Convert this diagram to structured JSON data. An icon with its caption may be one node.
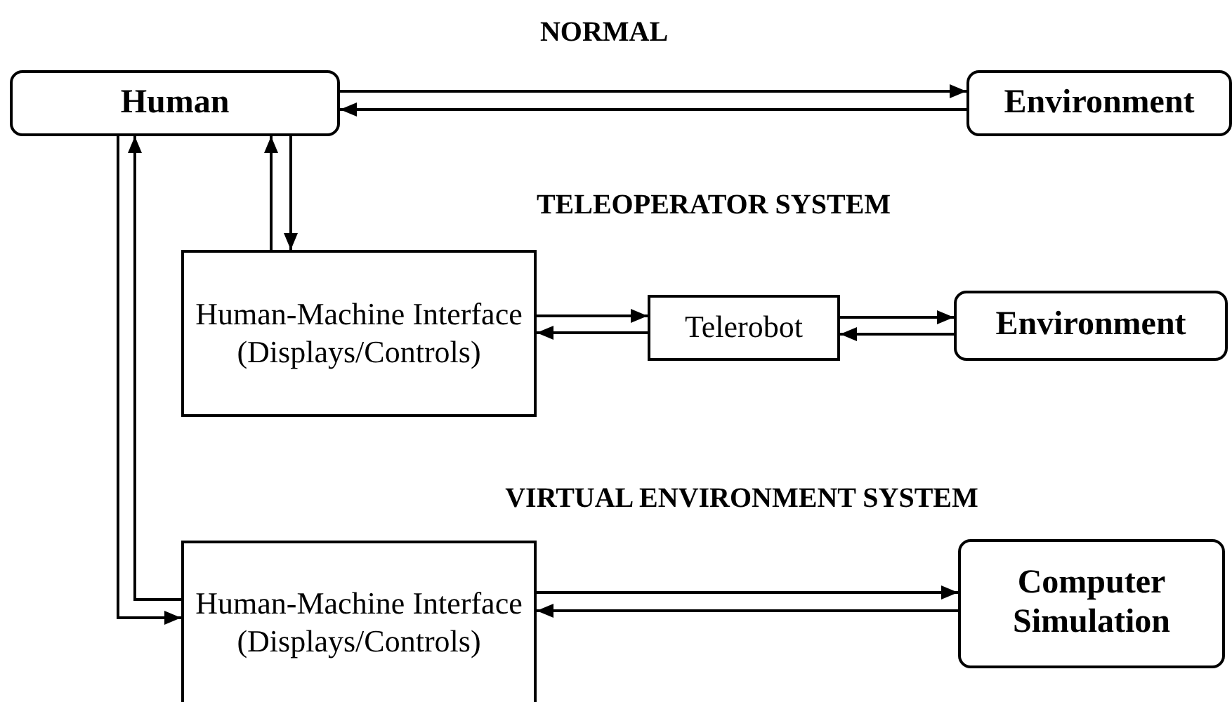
{
  "diagram": {
    "nodes": [
      {
        "text": [
          "Human"
        ]
      },
      {
        "text": [
          "Environment"
        ]
      },
      {
        "text": [
          "Human-Machine Interface (Displays/Controls)"
        ]
      },
      {
        "text": [
          "Telerobot"
        ]
      },
      {
        "text": [
          "Environment"
        ]
      },
      {
        "text": [
          "Human-Machine Interface (Displays/Controls)"
        ]
      },
      {
        "text": [
          "Computer Simulation"
        ]
      }
    ],
    "edges": [
      {
        "from": 0,
        "to": 1,
        "arrow": "to"
      },
      {
        "from": 1,
        "to": 0,
        "arrow": "to"
      },
      {
        "from": 2,
        "to": 0,
        "arrow": "to"
      },
      {
        "from": 0,
        "to": 2,
        "arrow": "to"
      },
      {
        "from": 2,
        "to": 3,
        "arrow": "to"
      },
      {
        "from": 3,
        "to": 2,
        "arrow": "to"
      },
      {
        "from": 3,
        "to": 4,
        "arrow": "to"
      },
      {
        "from": 4,
        "to": 3,
        "arrow": "to"
      },
      {
        "from": 5,
        "to": 0,
        "arrow": "to"
      },
      {
        "from": 0,
        "to": 5,
        "arrow": "to"
      },
      {
        "from": 5,
        "to": 6,
        "arrow": "to"
      },
      {
        "from": 6,
        "to": 5,
        "arrow": "to"
      }
    ],
    "labels": [
      "NORMAL",
      "TELEOPERATOR SYSTEM",
      "VIRTUAL ENVIRONMENT SYSTEM"
    ]
  }
}
